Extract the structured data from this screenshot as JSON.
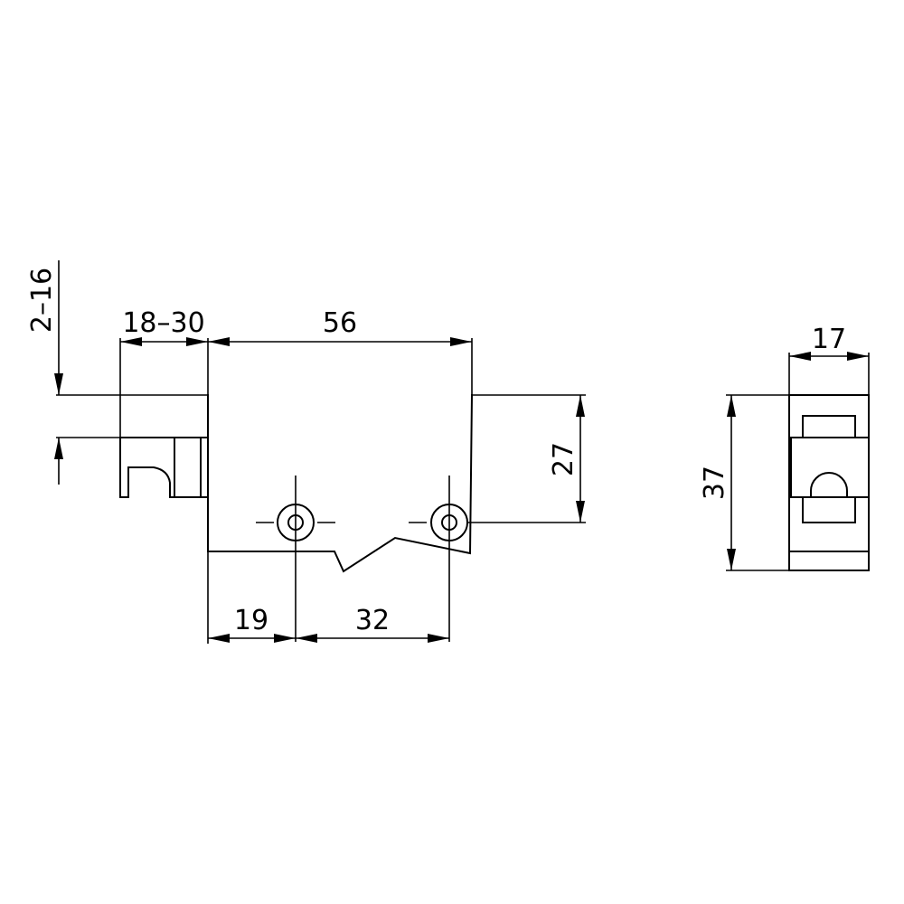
{
  "colors": {
    "line": "#000000",
    "background": "#ffffff"
  },
  "dimensions": {
    "latch_gap": "2–16",
    "keeper_offset": "18–30",
    "body_length": "56",
    "hole_height": "27",
    "first_hole": "19",
    "hole_spacing": "32",
    "side_width": "17",
    "side_height": "37"
  }
}
